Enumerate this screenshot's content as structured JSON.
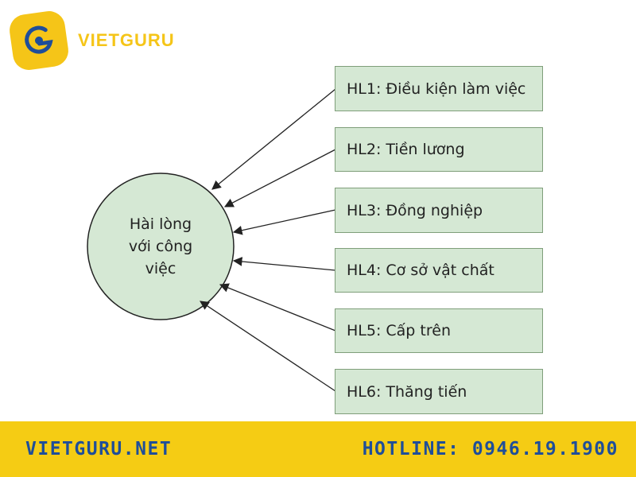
{
  "brand": {
    "name": "VIETGURU",
    "accent_color": "#f5c518",
    "icon": "vietguru-logo-icon"
  },
  "diagram": {
    "center": {
      "lines": [
        "Hài lòng",
        "với công",
        "việc"
      ]
    },
    "factors": [
      {
        "label": "HL1: Điều kiện làm việc"
      },
      {
        "label": "HL2: Tiền lương"
      },
      {
        "label": "HL3: Đồng nghiệp"
      },
      {
        "label": "HL4: Cơ sở vật chất"
      },
      {
        "label": "HL5: Cấp trên"
      },
      {
        "label": "HL6: Thăng tiến"
      }
    ],
    "node_fill": "#d5e8d4",
    "node_border": "#7f9e7a"
  },
  "footer": {
    "website": "VIETGURU.NET",
    "hotline": "HOTLINE: 0946.19.1900",
    "background": "#f5cc14",
    "text_color": "#1f4e99"
  }
}
